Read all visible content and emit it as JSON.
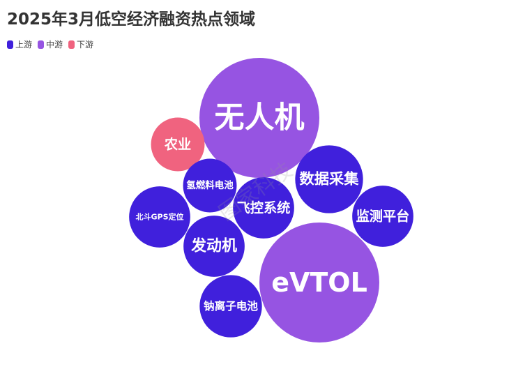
{
  "chart_data": {
    "type": "bubble",
    "title": "2025年3月低空经济融资热点领域",
    "legend": [
      {
        "name": "上游",
        "color": "#4020dc"
      },
      {
        "name": "中游",
        "color": "#9654e2"
      },
      {
        "name": "下游",
        "color": "#f0637f"
      }
    ],
    "legend_position": "top-left",
    "bubbles": [
      {
        "label": "无人机",
        "category": "中游",
        "size": 100
      },
      {
        "label": "农业",
        "category": "下游",
        "size": 20
      },
      {
        "label": "氢燃料电池",
        "category": "上游",
        "size": 20
      },
      {
        "label": "北斗GPS定位",
        "category": "上游",
        "size": 26
      },
      {
        "label": "飞控系统",
        "category": "上游",
        "size": 26
      },
      {
        "label": "数据采集",
        "category": "上游",
        "size": 32
      },
      {
        "label": "监测平台",
        "category": "上游",
        "size": 26
      },
      {
        "label": "发动机",
        "category": "上游",
        "size": 26
      },
      {
        "label": "eVTOL",
        "category": "中游",
        "size": 100
      },
      {
        "label": "钠离子电池",
        "category": "上游",
        "size": 27
      }
    ],
    "watermark": "图家科技"
  }
}
